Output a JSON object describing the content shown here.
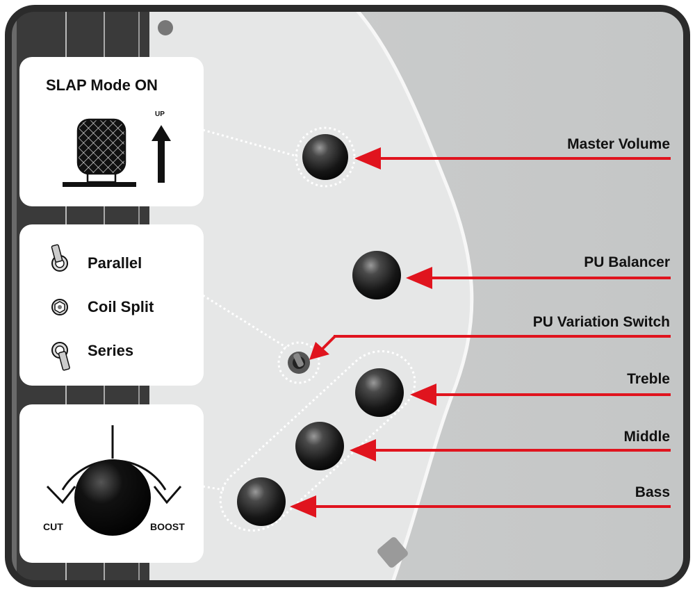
{
  "slap_panel": {
    "title": "SLAP Mode ON",
    "up_label": "UP"
  },
  "switch_panel": {
    "options": [
      "Parallel",
      "Coil Split",
      "Series"
    ]
  },
  "tone_panel": {
    "cut_label": "CUT",
    "boost_label": "BOOST"
  },
  "controls": [
    "Master Volume",
    "PU Balancer",
    "PU Variation Switch",
    "Treble",
    "Middle",
    "Bass"
  ],
  "colors": {
    "arrow": "#e0141e",
    "frame": "#2b2b2b",
    "body": "#d9dada",
    "knob": "#1c1c1c"
  }
}
